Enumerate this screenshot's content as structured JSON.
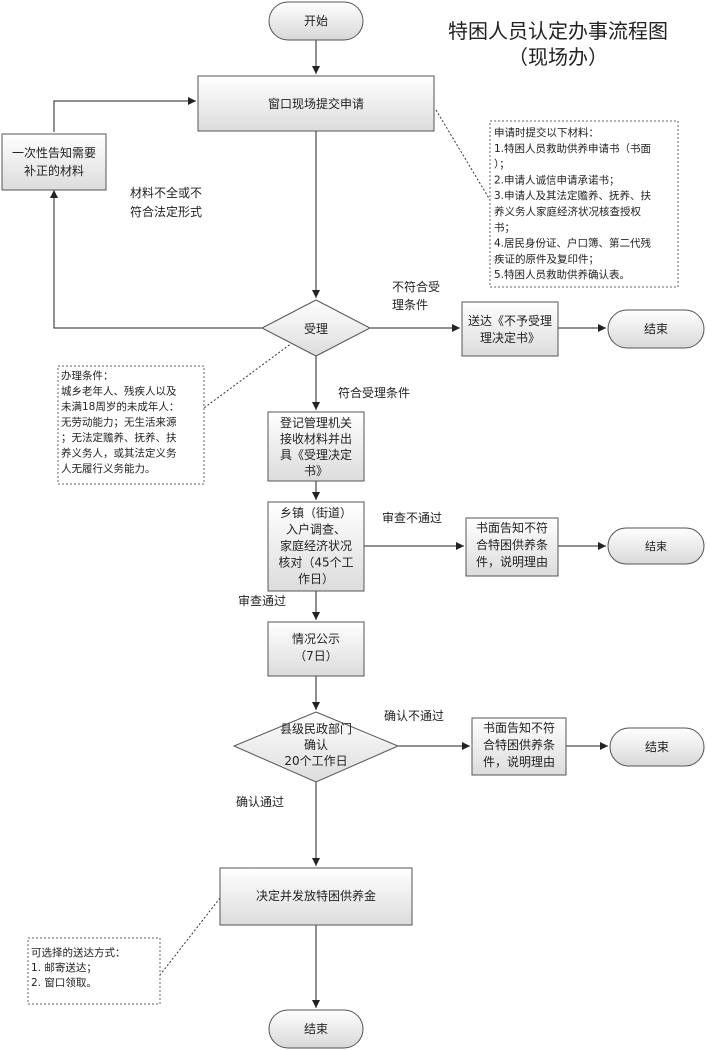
{
  "title": [
    "特困人员认定办事流程图",
    "（现场办）"
  ],
  "nodes": {
    "start": [
      "开始"
    ],
    "apply": [
      "窗口现场提交申请"
    ],
    "notify": [
      "一次性告知需要",
      "补正的材料"
    ],
    "accept": [
      "受理"
    ],
    "reject_notice": [
      "送达《不予受理",
      "理决定书》"
    ],
    "end1": [
      "结束"
    ],
    "register": [
      "登记管理机关",
      "接收材料并出",
      "具《受理决定",
      "书》"
    ],
    "survey": [
      "乡镇（街道）",
      "入户调查、",
      "家庭经济状况",
      "核对（45个工",
      "作日）"
    ],
    "notify_fail1": [
      "书面告知不符",
      "合特困供养条",
      "件，说明理由"
    ],
    "end2": [
      "结束"
    ],
    "publicity": [
      "情况公示",
      "（7日）"
    ],
    "county_confirm": [
      "县级民政部门",
      "确认",
      "20个工作日"
    ],
    "notify_fail2": [
      "书面告知不符",
      "合特困供养条",
      "件，说明理由"
    ],
    "end3": [
      "结束"
    ],
    "decide": [
      "决定并发放特困供养金"
    ],
    "end4": [
      "结束"
    ]
  },
  "edge_labels": {
    "incomplete": [
      "材料不全或不",
      "符合法定形式"
    ],
    "not_meet": [
      "不符合受",
      "理条件"
    ],
    "meet": [
      "符合受理条件"
    ],
    "review_fail": [
      "审查不通过"
    ],
    "review_pass": [
      "审查通过"
    ],
    "confirm_fail": [
      "确认不通过"
    ],
    "confirm_pass": [
      "确认通过"
    ]
  },
  "notes": {
    "materials": [
      "申请时提交以下材料：",
      "1.特困人员救助供养申请书（书面",
      "）；",
      "2.申请人诚信申请承诺书；",
      "3.申请人及其法定赡养、抚养、扶",
      "养义务人家庭经济状况核查授权",
      "书；",
      "4.居民身份证、户口簿、第二代残",
      "疾证的原件及复印件；",
      "5.特困人员救助供养确认表。"
    ],
    "conditions": [
      "办理条件：",
      "城乡老年人、残疾人以及",
      "未满18周岁的未成年人：",
      "无劳动能力；无生活来源",
      "；无法定赡养、抚养、扶",
      "养义务人，或其法定义务",
      "人无履行义务能力。"
    ],
    "delivery": [
      "可选择的送达方式：",
      "1. 邮寄送达；",
      "2. 窗口领取。"
    ]
  }
}
